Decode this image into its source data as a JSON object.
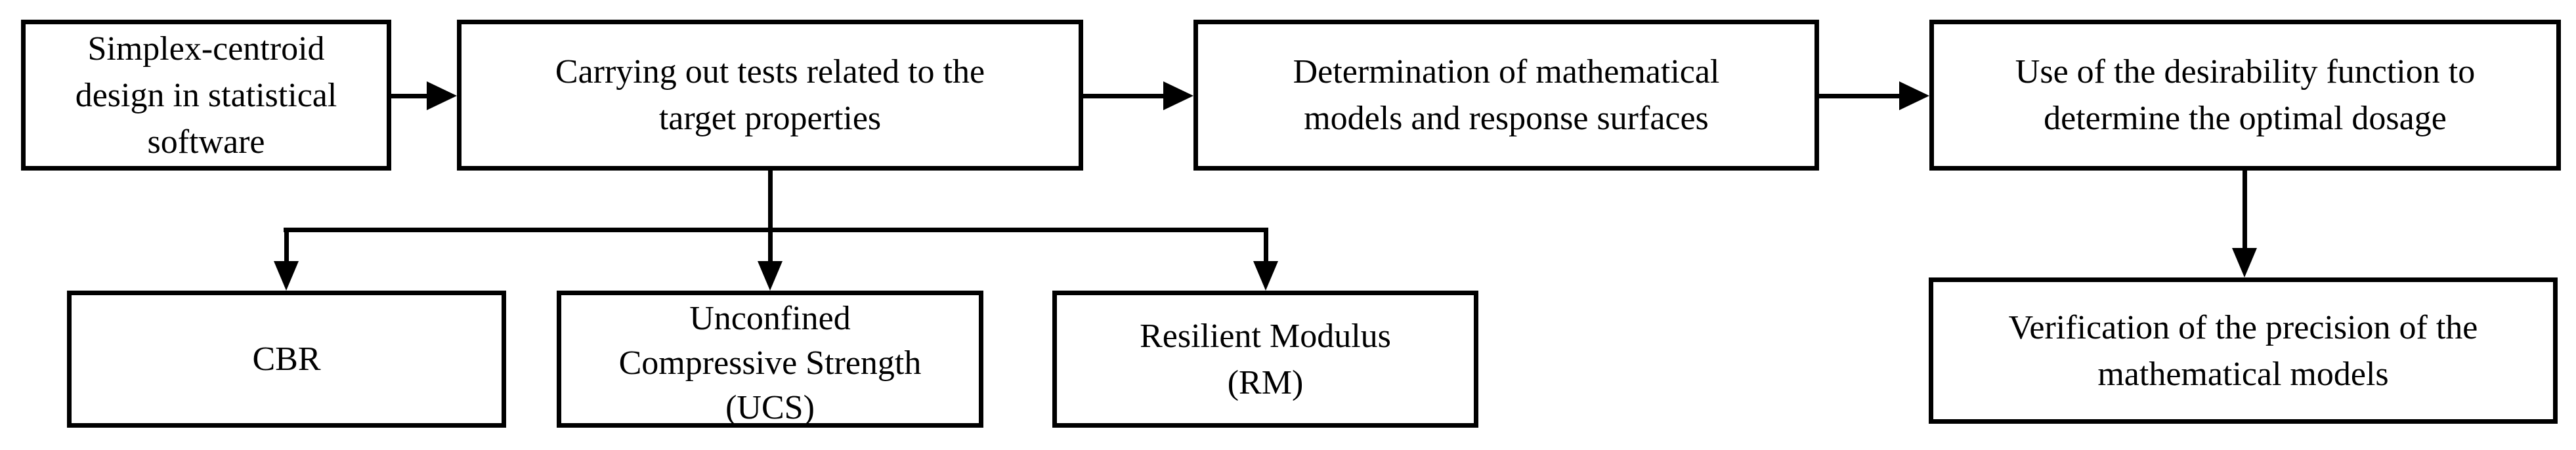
{
  "diagram": {
    "type": "flowchart",
    "colors": {
      "background": "#ffffff",
      "line": "#000000",
      "text": "#000000",
      "box_fill": "#ffffff"
    },
    "boxes": {
      "simplex": {
        "lines": [
          "Simplex-centroid",
          "design in statistical",
          "software"
        ]
      },
      "tests": {
        "lines": [
          "Carrying out tests related to the",
          "target properties"
        ]
      },
      "models": {
        "lines": [
          "Determination of mathematical",
          "models and response surfaces"
        ]
      },
      "desirability": {
        "lines": [
          "Use of the desirability function to",
          "determine the optimal dosage"
        ]
      },
      "cbr": {
        "lines": [
          "CBR"
        ]
      },
      "ucs": {
        "lines": [
          "Unconfined",
          "Compressive Strength",
          "(UCS)"
        ]
      },
      "rm": {
        "lines": [
          "Resilient Modulus",
          "(RM)"
        ]
      },
      "verification": {
        "lines": [
          "Verification of the precision of the",
          "mathematical models"
        ]
      }
    },
    "flow": [
      "simplex -> tests",
      "tests -> models",
      "models -> desirability",
      "tests -> cbr",
      "tests -> ucs",
      "tests -> rm",
      "desirability -> verification"
    ]
  }
}
